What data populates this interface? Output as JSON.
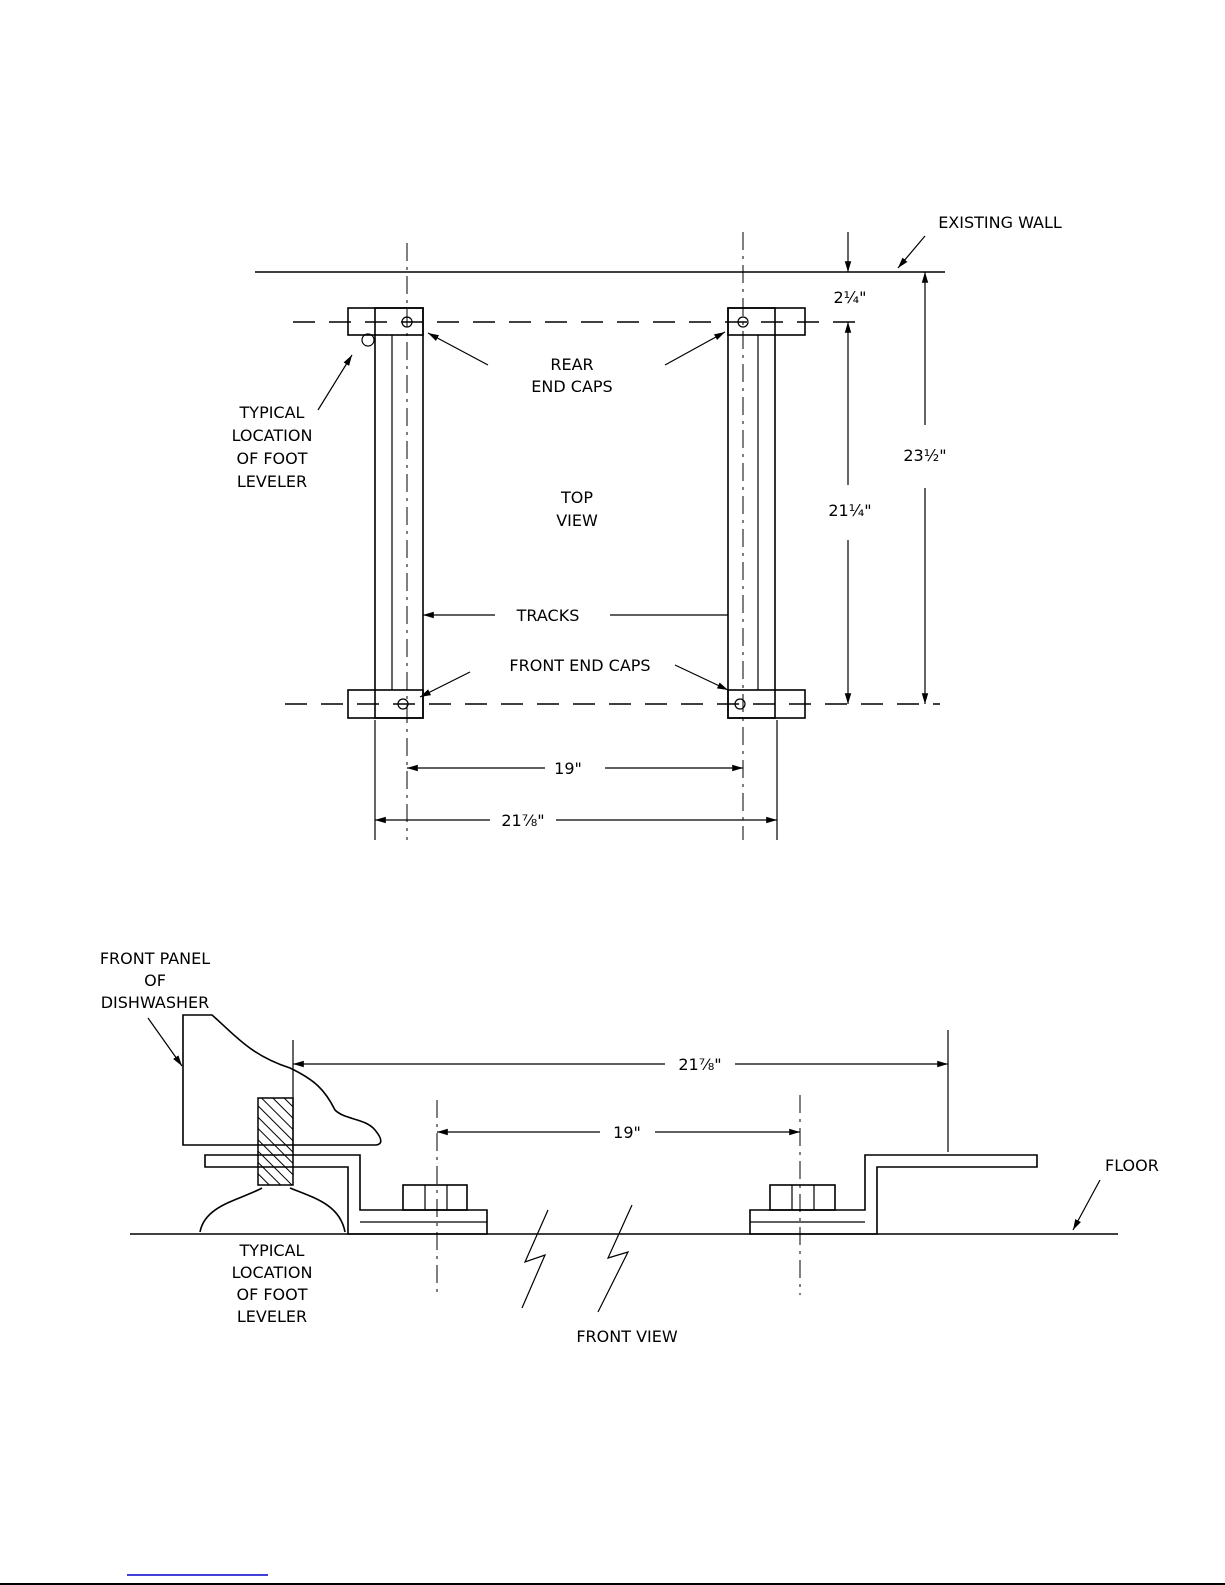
{
  "top_view": {
    "title": [
      "TOP",
      "VIEW"
    ],
    "existing_wall": "EXISTING WALL",
    "rear_end_caps": [
      "REAR",
      "END CAPS"
    ],
    "front_end_caps": "FRONT END CAPS",
    "tracks": "TRACKS",
    "foot_leveler": [
      "TYPICAL",
      "LOCATION",
      "OF FOOT",
      "LEVELER"
    ],
    "dim_wall_offset": "2¼\"",
    "dim_depth_tracks": "21¼\"",
    "dim_total_depth": "23½\"",
    "dim_track_centers": "19\"",
    "dim_outer_width": "21⅞\""
  },
  "front_view": {
    "title": "FRONT VIEW",
    "front_panel": [
      "FRONT PANEL",
      "OF",
      "DISHWASHER"
    ],
    "floor": "FLOOR",
    "foot_leveler": [
      "TYPICAL",
      "LOCATION",
      "OF FOOT",
      "LEVELER"
    ],
    "dim_outer_width": "21⅞\"",
    "dim_track_centers": "19\""
  },
  "colors": {
    "ink": "#000000",
    "link_underline": "#0000cc"
  }
}
